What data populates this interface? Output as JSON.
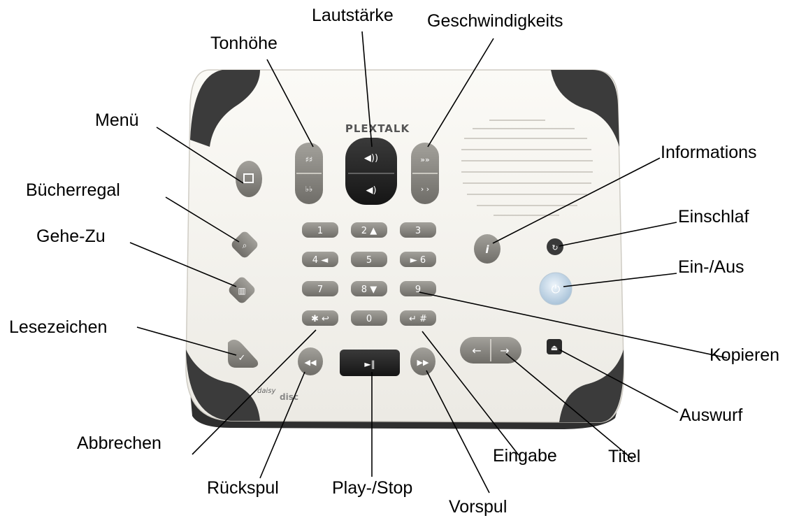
{
  "device": {
    "brand": "PLEXTALK",
    "logos": [
      "daisy",
      "disc"
    ],
    "colors": {
      "body": "#f6f4ef",
      "corner": "#3a3a3a",
      "key_light": "#8e8c86",
      "key_dark": "#2a2a2a",
      "power": "#c9dcec"
    },
    "keypad": {
      "rows": [
        [
          "1",
          "2 ▲",
          "3"
        ],
        [
          "4 ◄",
          "5",
          "► 6"
        ],
        [
          "7",
          "8 ▼",
          "9"
        ],
        [
          "✱ ↩",
          "0",
          "↵ #"
        ]
      ]
    }
  },
  "callouts": {
    "lautstaerke": "Lautstärke",
    "geschwindigkeit": "Geschwindigkeits",
    "tonhoehe": "Tonhöhe",
    "menue": "Menü",
    "informations": "Informations",
    "buecherregal": "Bücherregal",
    "einschlaf": "Einschlaf",
    "gehe_zu": "Gehe-Zu",
    "ein_aus": "Ein-/Aus",
    "lesezeichen": "Lesezeichen",
    "kopieren": "Kopieren",
    "auswurf": "Auswurf",
    "abbrechen": "Abbrechen",
    "eingabe": "Eingabe",
    "titel": "Titel",
    "rueckspul": "Rückspul",
    "play_stop": "Play-/Stop",
    "vorspul": "Vorspul"
  }
}
